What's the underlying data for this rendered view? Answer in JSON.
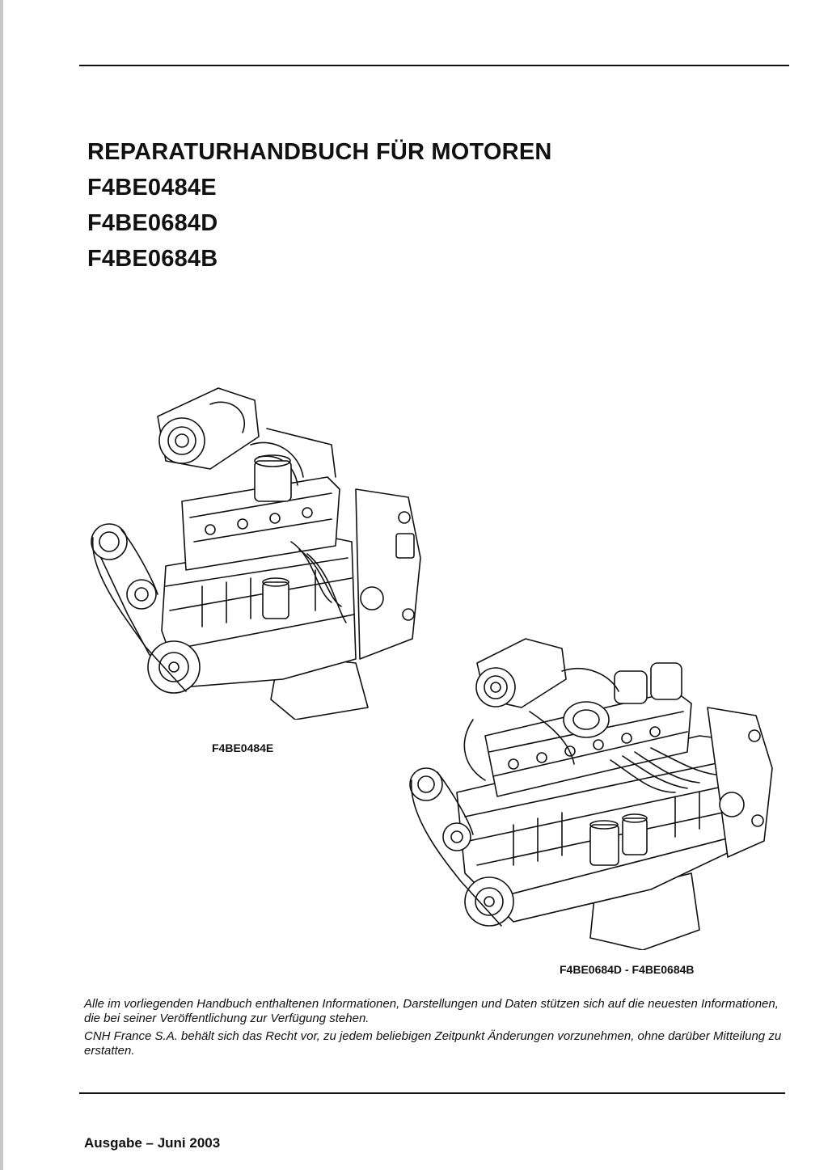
{
  "document": {
    "title_lines": [
      "REPARATURHANDBUCH FÜR MOTOREN",
      "F4BE0484E",
      "F4BE0684D",
      "F4BE0684B"
    ],
    "figures": [
      {
        "icon": "four-cylinder-engine-illustration",
        "caption": "F4BE0484E"
      },
      {
        "icon": "six-cylinder-engine-illustration",
        "caption": "F4BE0684D - F4BE0684B"
      }
    ],
    "disclaimer": [
      "Alle im vorliegenden Handbuch enthaltenen Informationen, Darstellungen und Daten stützen sich auf die neuesten Informationen, die bei seiner Veröffentlichung zur Verfügung stehen.",
      "CNH France S.A. behält sich das Recht vor, zu jedem beliebigen Zeitpunkt Änderungen vorzunehmen, ohne darüber Mitteilung zu erstatten."
    ],
    "edition": "Ausgabe – Juni 2003"
  }
}
